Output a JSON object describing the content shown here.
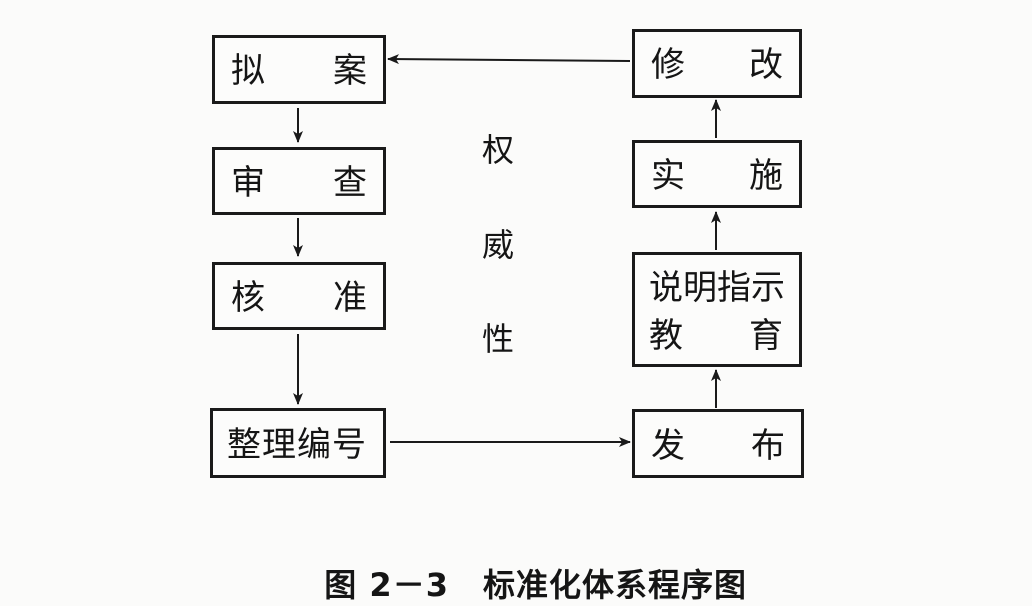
{
  "diagram": {
    "left_column": [
      {
        "id": "draft",
        "chars": [
          "拟",
          "案"
        ]
      },
      {
        "id": "review",
        "chars": [
          "审",
          "查"
        ]
      },
      {
        "id": "approve",
        "chars": [
          "核",
          "准"
        ]
      },
      {
        "id": "organize",
        "text": "整理编号"
      }
    ],
    "right_column": [
      {
        "id": "revise",
        "chars": [
          "修",
          "改"
        ]
      },
      {
        "id": "implement",
        "chars": [
          "实",
          "施"
        ]
      },
      {
        "id": "explain",
        "line1": "说明指示",
        "line2": [
          "教",
          "育"
        ]
      },
      {
        "id": "publish",
        "chars": [
          "发",
          "布"
        ]
      }
    ],
    "center_label": [
      "权",
      "威",
      "性"
    ],
    "edges": [
      {
        "from": "draft",
        "to": "review"
      },
      {
        "from": "review",
        "to": "approve"
      },
      {
        "from": "approve",
        "to": "organize"
      },
      {
        "from": "organize",
        "to": "publish"
      },
      {
        "from": "publish",
        "to": "explain"
      },
      {
        "from": "explain",
        "to": "implement"
      },
      {
        "from": "implement",
        "to": "revise"
      },
      {
        "from": "revise",
        "to": "draft"
      }
    ]
  },
  "caption": {
    "number": "图 2－3",
    "title": "标准化体系程序图"
  }
}
